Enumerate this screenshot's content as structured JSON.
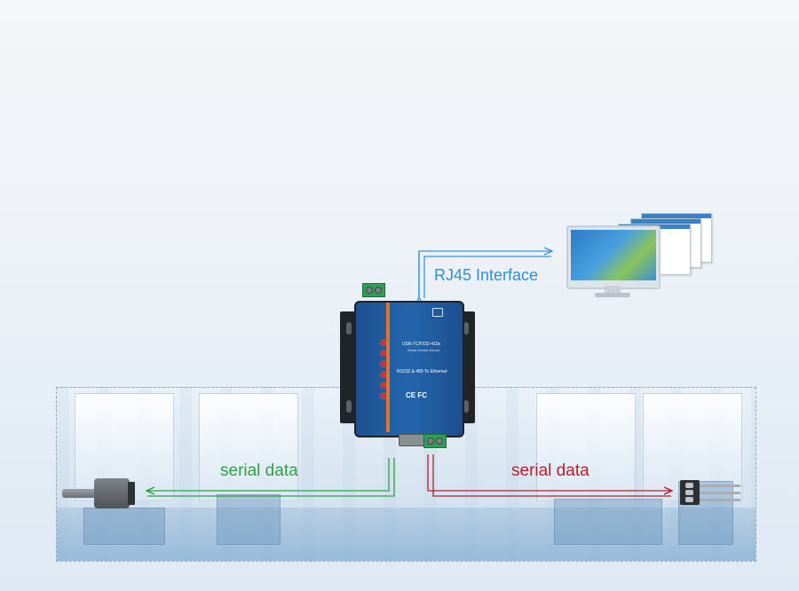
{
  "labels": {
    "rj45": "RJ45 Interface",
    "serial_left": "serial data",
    "serial_right": "serial data"
  },
  "device": {
    "model": "USR-TCP232-410s",
    "subtitle": "Serial Device Server",
    "description": "RS232 & 485 To Ethernet",
    "certs": "CE FC"
  },
  "colors": {
    "rj45_line": "#3a96d8",
    "serial_left_line": "#2ea043",
    "serial_right_line": "#b5202a"
  },
  "icons": {
    "computer": "monitor-icon",
    "db9": "db9-connector-icon",
    "terminal": "terminal-block-icon",
    "device": "serial-server-icon"
  }
}
